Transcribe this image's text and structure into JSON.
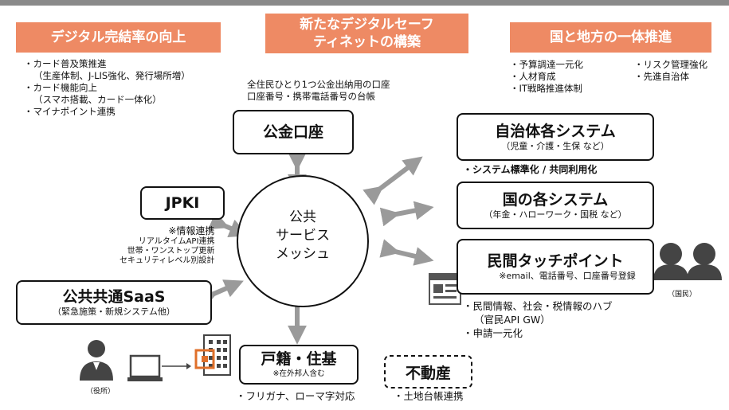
{
  "headers": [
    {
      "text": "デジタル完結率の向上"
    },
    {
      "text": "新たなデジタルセーフティネットの構築"
    },
    {
      "text": "国と地方の一体推進"
    }
  ],
  "left_notes": [
    "・カード普及策推進",
    "（生産体制、J-LIS強化、発行場所増）",
    "・カード機能向上",
    "（スマホ搭載、カード一体化）",
    "・マイナポイント連携"
  ],
  "center_note": [
    "全住民ひとり1つ公金出納用の口座",
    "口座番号・携帯電話番号の台帳"
  ],
  "right_notes": {
    "col1": [
      "・予算調達一元化",
      "・人材育成",
      "・IT戦略推進体制"
    ],
    "col2": [
      "・リスク管理強化",
      "・先進自治体"
    ]
  },
  "hub": {
    "lines": [
      "公共",
      "サービス",
      "メッシュ"
    ]
  },
  "boxes": {
    "koukin": {
      "title": "公金口座"
    },
    "jpki": {
      "title": "JPKI"
    },
    "saas": {
      "title": "公共共通SaaS",
      "sub": "（緊急施策・新規システム他）"
    },
    "jichitai": {
      "title": "自治体各システム",
      "sub": "（児童・介護・生保 など）"
    },
    "kuni": {
      "title": "国の各システム",
      "sub": "（年金・ハローワーク・国税 など）"
    },
    "minkan": {
      "title": "民間タッチポイント",
      "sub": "※email、電話番号、口座番号登録"
    },
    "koseki": {
      "title": "戸籍・住基",
      "sub": "※在外邦人含む"
    },
    "fudosan": {
      "title": "不動産"
    }
  },
  "jichitai_note": "・システム標準化 / 共同利用化",
  "info_link": [
    "※情報連携",
    "リアルタイムAPI連携",
    "世帯・ワンストップ更新",
    "セキュリティレベル別設計"
  ],
  "minkan_notes": [
    "・民間情報、社会・税情報のハブ",
    "（官民API GW）",
    "・申請一元化"
  ],
  "koseki_note": "・フリガナ、ローマ字対応",
  "fudosan_note": "・土地台帳連携",
  "labels": {
    "citizen": "（国民）",
    "office": "（役所）"
  },
  "colors": {
    "header": "#ee8a64",
    "arrow": "#9a9a9a",
    "building": "#e0702a",
    "person": "#444444"
  }
}
